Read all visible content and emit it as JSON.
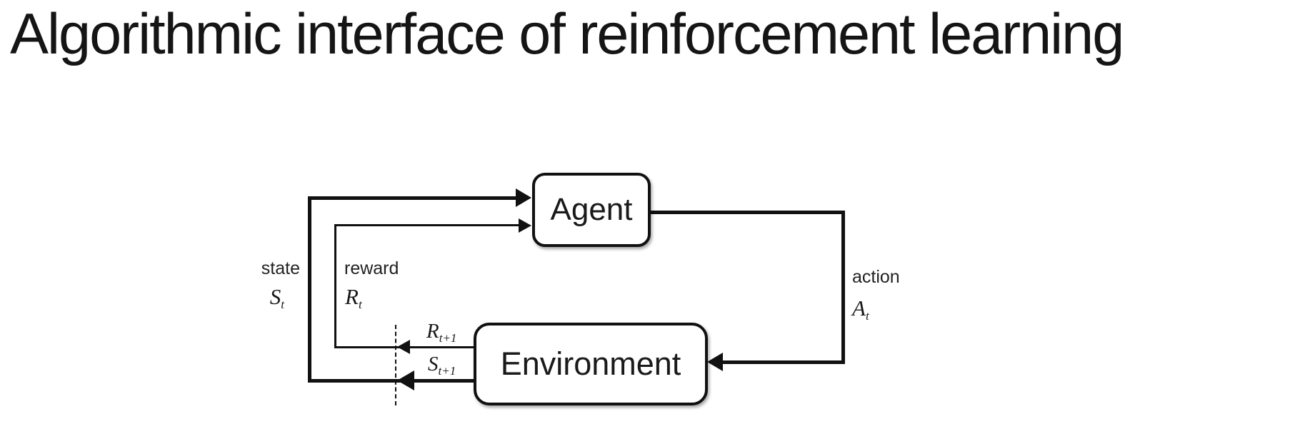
{
  "title": "Algorithmic interface of reinforcement learning",
  "diagram": {
    "agent": {
      "label": "Agent"
    },
    "environment": {
      "label": "Environment"
    },
    "state": {
      "word": "state",
      "symbol": "S",
      "subscript": "t"
    },
    "reward": {
      "word": "reward",
      "symbol": "R",
      "subscript": "t"
    },
    "action": {
      "word": "action",
      "symbol": "A",
      "subscript": "t"
    },
    "next_reward": {
      "symbol": "R",
      "subscript": "t+1"
    },
    "next_state": {
      "symbol": "S",
      "subscript": "t+1"
    },
    "colors": {
      "ink": "#111111",
      "background": "#ffffff"
    }
  }
}
